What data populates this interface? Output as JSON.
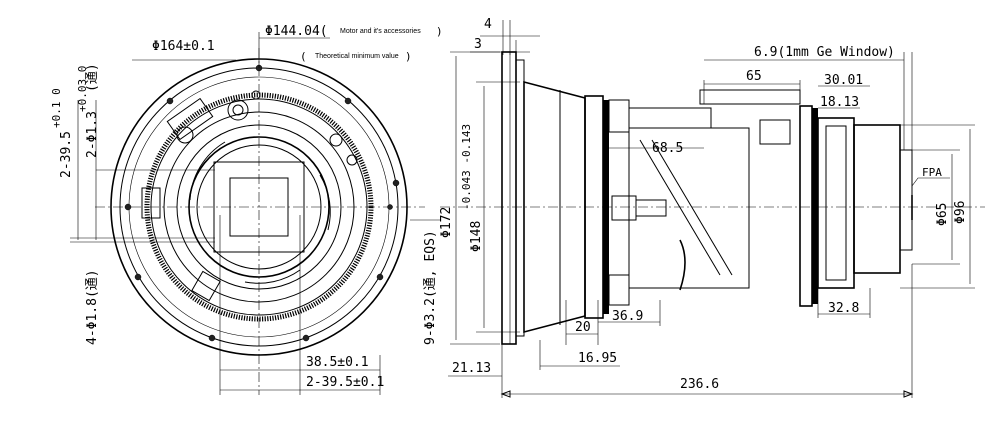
{
  "front_view": {
    "outer_diameter": "Φ164±0.1",
    "motor_envelope": "Φ144.04(",
    "motor_note": "Motor and it's accessories",
    "min_value_note": "Theoretical minimum value",
    "paren_open": "(",
    "paren_close": ")",
    "holes_2": "2-39.5",
    "holes_2_tol": "+0.1 0",
    "pin_holes": "2-Φ1.3",
    "pin_holes_tol": "+0.03 0",
    "pin_holes_suffix": "(通)",
    "small_holes": "4-Φ1.8(通)",
    "screw_holes": "9-Φ3.2(通, EQS)",
    "spacing_1": "38.5±0.1",
    "spacing_2": "2-39.5±0.1"
  },
  "side_view": {
    "dim_4": "4",
    "dim_3": "3",
    "window_note": "6.9(1mm Ge Window)",
    "dim_65": "65",
    "dim_30_01": "30.01",
    "dim_18_13": "18.13",
    "dim_68_5": "68.5",
    "fpa_label": "FPA",
    "dia_172": "Φ172",
    "dia_148": "Φ148",
    "dia_148_tol": "-0.043 -0.143",
    "dia_65": "Φ65",
    "dia_96": "Φ96",
    "dim_32_8": "32.8",
    "dim_20": "20",
    "dim_36_9": "36.9",
    "dim_16_95": "16.95",
    "dim_21_13": "21.13",
    "dim_236_6": "236.6"
  }
}
